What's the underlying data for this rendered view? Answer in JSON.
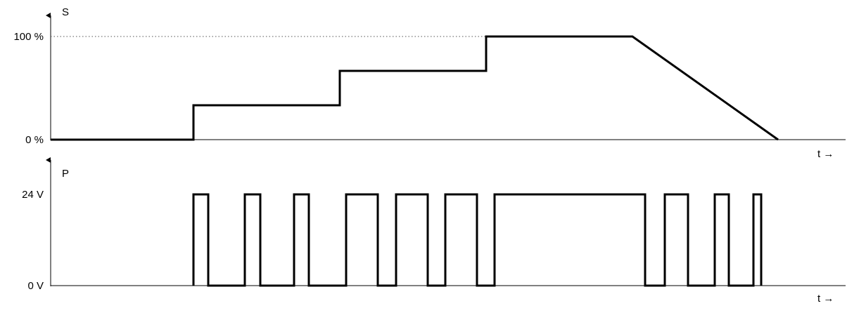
{
  "chart_data": [
    {
      "type": "line",
      "ylabel": "S",
      "xlabel": "t →",
      "ylim": [
        0,
        100
      ],
      "xlim": [
        0,
        1130
      ],
      "y_tick_labels": [
        {
          "value": 100,
          "label": "100 %"
        },
        {
          "value": 0,
          "label": "0 %"
        }
      ],
      "reference_lines": [
        {
          "y": 100,
          "style": "dotted"
        }
      ],
      "grid": false,
      "series": [
        {
          "x": [
            0,
            203,
            203,
            411,
            411,
            619,
            619,
            827,
            1034
          ],
          "y": [
            0,
            0,
            33.3,
            33.3,
            66.7,
            66.7,
            100,
            100,
            0
          ]
        }
      ]
    },
    {
      "type": "line",
      "ylabel": "P",
      "xlabel": "t →",
      "ylim": [
        0,
        24
      ],
      "xlim": [
        0,
        1130
      ],
      "y_tick_labels": [
        {
          "value": 24,
          "label": "24 V"
        },
        {
          "value": 0,
          "label": "0 V"
        }
      ],
      "grid": false,
      "pulses_high": [
        [
          203,
          224
        ],
        [
          276,
          298
        ],
        [
          346,
          367
        ],
        [
          420,
          465
        ],
        [
          491,
          536
        ],
        [
          561,
          606
        ],
        [
          631,
          845
        ],
        [
          873,
          906
        ],
        [
          944,
          964
        ],
        [
          999,
          1010
        ]
      ]
    }
  ]
}
